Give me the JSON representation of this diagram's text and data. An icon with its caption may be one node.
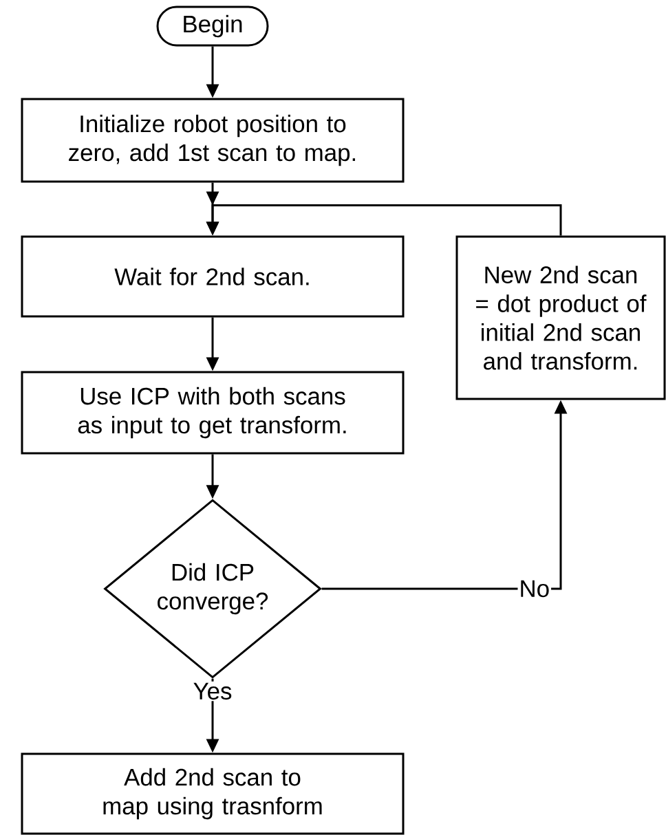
{
  "diagram": {
    "nodes": [
      {
        "text": [
          "Begin"
        ]
      },
      {
        "text": [
          "Initialize robot position to zero, add 1st scan to map."
        ]
      },
      {
        "text": [
          "Wait for 2nd scan."
        ]
      },
      {
        "text": [
          "Use ICP with both scans as input to get transform."
        ]
      },
      {
        "text": [
          "Did ICP converge?"
        ]
      },
      {
        "text": [
          "Add 2nd scan to map using trasnform"
        ]
      },
      {
        "text": [
          "New 2nd scan = dot product of initial 2nd scan and transform."
        ]
      }
    ],
    "edges": [
      {
        "from": 0,
        "to": 1,
        "arrow": "to"
      },
      {
        "from": 1,
        "to": 2,
        "arrow": "to"
      },
      {
        "from": 2,
        "to": 3,
        "arrow": "to"
      },
      {
        "from": 3,
        "to": 4,
        "arrow": "to"
      },
      {
        "from": 4,
        "to": 5,
        "arrow": "to",
        "label": "Yes"
      },
      {
        "from": 4,
        "to": 6,
        "arrow": "to",
        "label": "No"
      },
      {
        "from": 6,
        "to": 2,
        "arrow": "to"
      }
    ]
  }
}
